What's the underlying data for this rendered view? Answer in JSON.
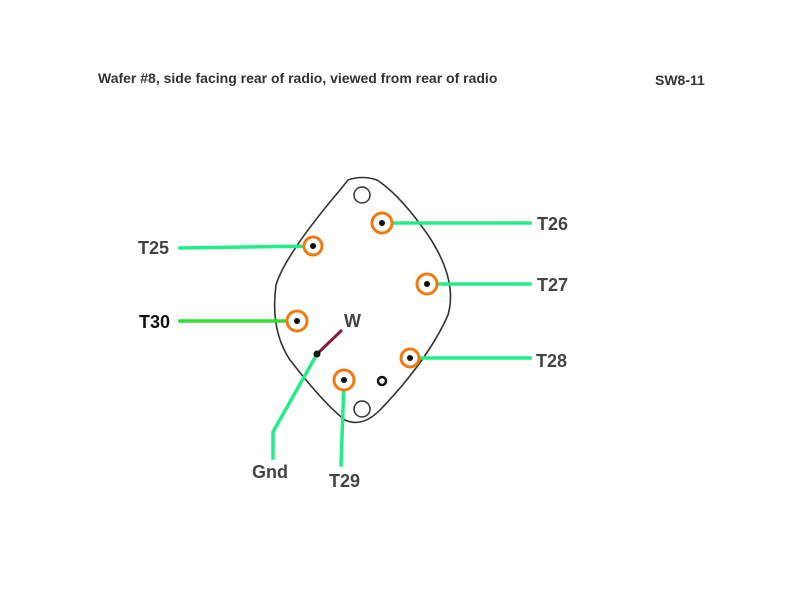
{
  "header": {
    "title": "Wafer #8, side facing rear of radio, viewed from rear of radio",
    "code": "SW8-11"
  },
  "labels": {
    "t25": "T25",
    "t26": "T26",
    "t27": "T27",
    "t28": "T28",
    "t29": "T29",
    "t30": "T30",
    "wiper": "W",
    "gnd": "Gnd"
  },
  "colors": {
    "wire": "#22ee88",
    "wire_t30": "#33dd33",
    "ring": "#f07a10",
    "wiper": "#8b1a3a",
    "outline": "#333333",
    "text": "#444444"
  }
}
